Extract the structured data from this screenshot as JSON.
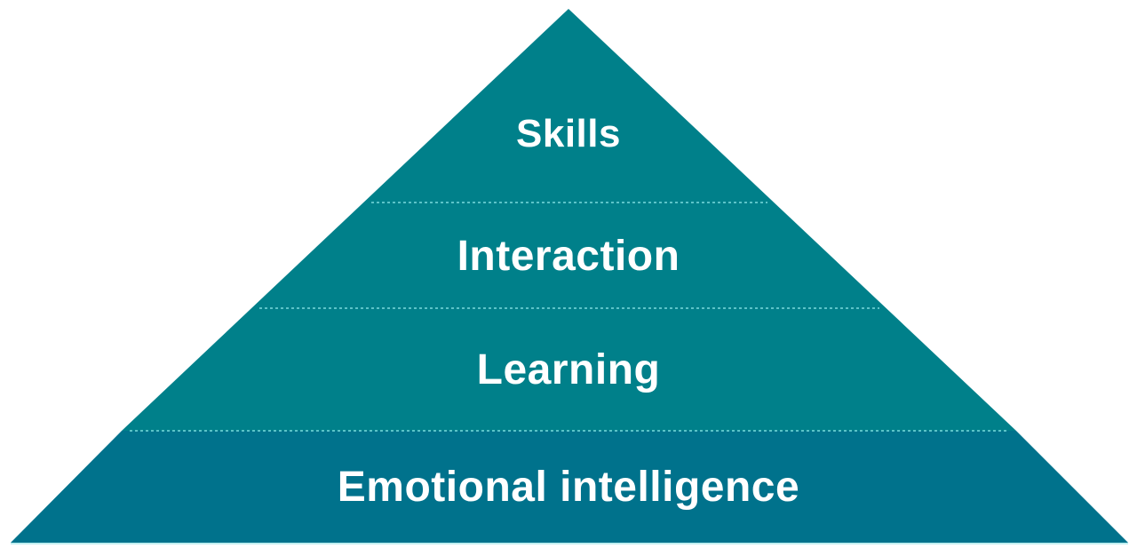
{
  "diagram": {
    "type": "pyramid",
    "colors": {
      "upper_tiers": "#00808a",
      "base_tier": "#00728c",
      "divider": "#5cc3c8",
      "base_edge": "#bfeef0",
      "text": "#ffffff",
      "background": "#ffffff"
    },
    "tiers": [
      {
        "label": "Skills",
        "level": 4
      },
      {
        "label": "Interaction",
        "level": 3
      },
      {
        "label": "Learning",
        "level": 2
      },
      {
        "label": "Emotional intelligence",
        "level": 1
      }
    ]
  }
}
